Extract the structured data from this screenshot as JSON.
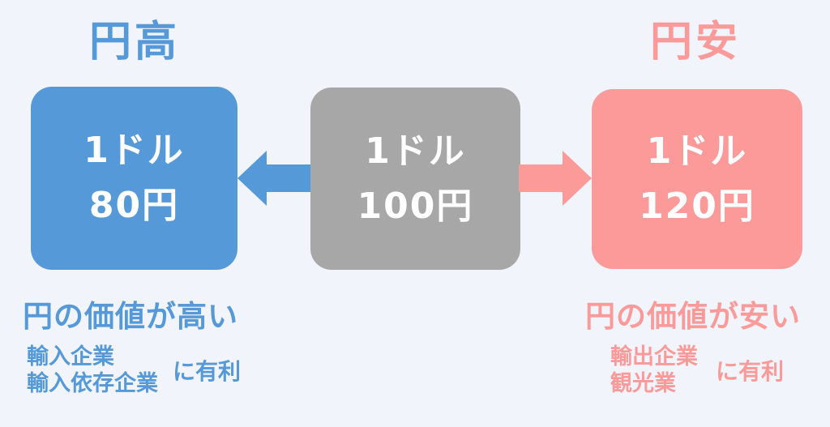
{
  "colors": {
    "background": "#F1F4FB",
    "blue": "#5599D8",
    "pink": "#FC9A9A",
    "gray": "#A7A7A7",
    "box_text": "#FFFFFF"
  },
  "left": {
    "title": "円高",
    "box_line1": "1ドル",
    "box_line2": "80円",
    "caption": "円の価値が高い",
    "beneficiaries": [
      "輸入企業",
      "輸入依存企業"
    ],
    "suffix": "に有利"
  },
  "center": {
    "box_line1": "1ドル",
    "box_line2": "100円"
  },
  "right": {
    "title": "円安",
    "box_line1": "1ドル",
    "box_line2": "120円",
    "caption": "円の価値が安い",
    "beneficiaries": [
      "輸出企業",
      "観光業"
    ],
    "suffix": "に有利"
  }
}
